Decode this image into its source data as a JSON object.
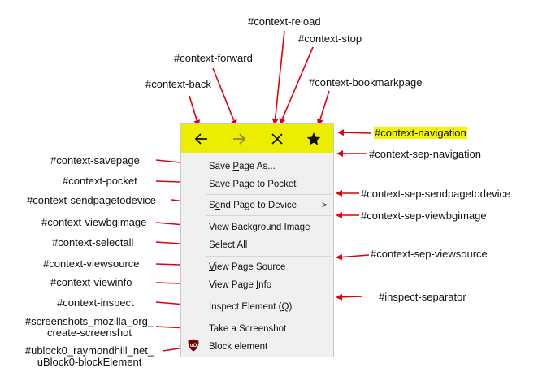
{
  "top_labels": {
    "reload": "#context-reload",
    "stop": "#context-stop",
    "forward": "#context-forward",
    "back": "#context-back",
    "bookmarkpage": "#context-bookmarkpage"
  },
  "right_labels": {
    "navigation": "#context-navigation",
    "sep_navigation": "#context-sep-navigation",
    "sep_sendpagetodevice": "#context-sep-sendpagetodevice",
    "sep_viewbgimage": "#context-sep-viewbgimage",
    "sep_viewsource": "#context-sep-viewsource",
    "inspect_separator": "#inspect-separator"
  },
  "left_labels": {
    "savepage": "#context-savepage",
    "pocket": "#context-pocket",
    "sendpagetodevice": "#context-sendpagetodevice",
    "viewbgimage": "#context-viewbgimage",
    "selectall": "#context-selectall",
    "viewsource": "#context-viewsource",
    "viewinfo": "#context-viewinfo",
    "inspect": "#context-inspect",
    "screenshot_line1": "#screenshots_mozilla_org_",
    "screenshot_line2": "create-screenshot",
    "ublock_line1": "#ublock0_raymondhill_net_",
    "ublock_line2": "uBlock0-blockElement"
  },
  "menu": {
    "save_page_pre": "Save ",
    "save_page_key": "P",
    "save_page_post": "age As...",
    "pocket_pre": "Save Page to Poc",
    "pocket_key": "k",
    "pocket_post": "et",
    "send_pre": "S",
    "send_key": "e",
    "send_post": "nd Page to Device",
    "submenu_arrow": ">",
    "viewbg_pre": "Vie",
    "viewbg_key": "w",
    "viewbg_post": " Background Image",
    "selectall_pre": "Select ",
    "selectall_key": "A",
    "selectall_post": "ll",
    "viewsource_pre": "",
    "viewsource_key": "V",
    "viewsource_post": "iew Page Source",
    "viewinfo_pre": "View Page ",
    "viewinfo_key": "I",
    "viewinfo_post": "nfo",
    "inspect_pre": "Inspect Element (",
    "inspect_key": "Q",
    "inspect_post": ")",
    "screenshot": "Take a Screenshot",
    "block": "Block element"
  },
  "icons": {
    "back": "arrow-left",
    "forward": "arrow-right",
    "stop": "x-close",
    "bookmark": "star",
    "ublock": "ublock-shield"
  },
  "colors": {
    "nav_highlight": "#ecee00",
    "label_highlight": "#f2f20a",
    "arrow": "#e0000e",
    "ublock": "#800000"
  }
}
